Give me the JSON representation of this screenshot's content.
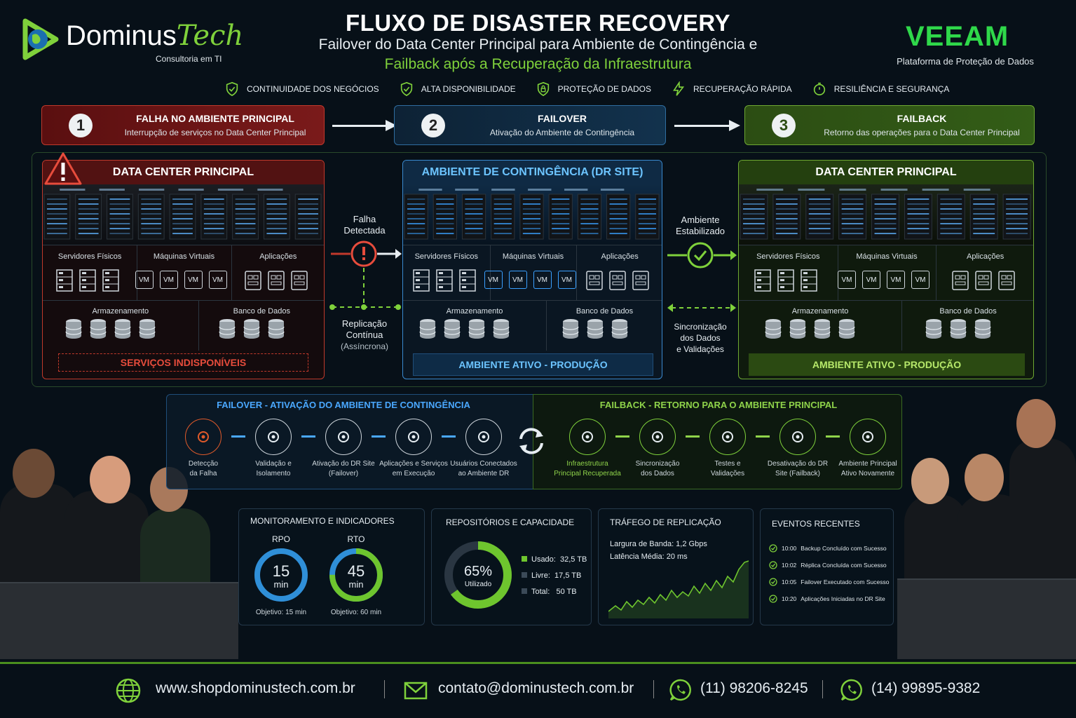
{
  "header": {
    "title": "FLUXO DE DISASTER RECOVERY",
    "subtitle1": "Failover do Data Center Principal para Ambiente de Contingência e",
    "subtitle2": "Failback após a Recuperação da Infraestrutura"
  },
  "brand": {
    "name": "Dominus",
    "name_accent": "Tech",
    "tagline": "Consultoria em TI",
    "partner": "VEEAM",
    "partner_tagline": "Plataforma de Proteção de Dados",
    "colors": {
      "green": "#7fd13b",
      "red": "#c0392b",
      "blue": "#3a8ad0"
    }
  },
  "badges": [
    {
      "label": "CONTINUIDADE DOS NEGÓCIOS",
      "icon": "shield-check-icon"
    },
    {
      "label": "ALTA DISPONIBILIDADE",
      "icon": "shield-check-icon"
    },
    {
      "label": "PROTEÇÃO DE DADOS",
      "icon": "lock-shield-icon"
    },
    {
      "label": "RECUPERAÇÃO RÁPIDA",
      "icon": "lightning-icon"
    },
    {
      "label": "RESILIÊNCIA E SEGURANÇA",
      "icon": "stopwatch-icon"
    }
  ],
  "steps": [
    {
      "num": "1",
      "title": "FALHA NO AMBIENTE PRINCIPAL",
      "desc": "Interrupção de serviços no Data Center Principal"
    },
    {
      "num": "2",
      "title": "FAILOVER",
      "desc": "Ativação do Ambiente de Contingência"
    },
    {
      "num": "3",
      "title": "FAILBACK",
      "desc": "Retorno das operações para o Data Center Principal"
    }
  ],
  "panels": [
    {
      "title": "DATA CENTER PRINCIPAL",
      "status": "SERVIÇOS INDISPONÍVEIS"
    },
    {
      "title": "AMBIENTE DE CONTINGÊNCIA (DR SITE)",
      "status": "AMBIENTE ATIVO - PRODUÇÃO"
    },
    {
      "title": "DATA CENTER PRINCIPAL",
      "status": "AMBIENTE ATIVO - PRODUÇÃO"
    }
  ],
  "labels": {
    "servers": "Servidores Físicos",
    "vms": "Máquinas Virtuais",
    "apps": "Aplicações",
    "storage": "Armazenamento",
    "db": "Banco de Dados",
    "vm": "VM"
  },
  "transitions": {
    "fail1": "Falha",
    "fail2": "Detectada",
    "rep1": "Replicação",
    "rep2": "Contínua",
    "rep3": "(Assíncrona)",
    "stab1": "Ambiente",
    "stab2": "Estabilizado",
    "sync1": "Sincronização",
    "sync2": "dos Dados",
    "sync3": "e Validações"
  },
  "failover": {
    "title": "FAILOVER - ATIVAÇÃO DO AMBIENTE DE CONTINGÊNCIA",
    "steps": [
      [
        "Detecção",
        "da Falha"
      ],
      [
        "Validação e",
        "Isolamento"
      ],
      [
        "Ativação do DR Site",
        "(Failover)"
      ],
      [
        "Aplicações e Serviços",
        "em Execução"
      ],
      [
        "Usuários Conectados",
        "ao Ambiente DR"
      ]
    ]
  },
  "failback": {
    "title": "FAILBACK - RETORNO PARA O AMBIENTE PRINCIPAL",
    "steps": [
      [
        "Infraestrutura",
        "Principal Recuperada"
      ],
      [
        "Sincronização",
        "dos Dados"
      ],
      [
        "Testes e",
        "Validações"
      ],
      [
        "Desativação do DR",
        "Site (Failback)"
      ],
      [
        "Ambiente Principal",
        "Ativo Novamente"
      ]
    ]
  },
  "monitor": {
    "title": "MONITORAMENTO E INDICADORES",
    "rpo_label": "RPO",
    "rpo_value": "15",
    "rpo_unit": "min",
    "rpo_goal": "Objetivo: 15 min",
    "rto_label": "RTO",
    "rto_value": "45",
    "rto_unit": "min",
    "rto_goal": "Objetivo: 60 min",
    "rpo_fill": 1.0,
    "rto_fill": 0.75
  },
  "repo": {
    "title": "REPOSITÓRIOS E CAPACIDADE",
    "percent": "65%",
    "percent_label": "Utilizado",
    "used_fraction": 0.65,
    "used_label": "Usado:",
    "used": "32,5 TB",
    "free_label": "Livre:",
    "free": "17,5 TB",
    "total_label": "Total:",
    "total": "50 TB"
  },
  "traffic": {
    "title": "TRÁFEGO DE REPLICAÇÃO",
    "bandwidth": "Largura de Banda:  1,2 Gbps",
    "latency": "Latência Média: 20 ms"
  },
  "events": {
    "title": "EVENTOS RECENTES",
    "items": [
      {
        "time": "10:00",
        "text": "Backup Concluído com Sucesso"
      },
      {
        "time": "10:02",
        "text": "Réplica Concluída com Sucesso"
      },
      {
        "time": "10:05",
        "text": "Failover Executado com Sucesso"
      },
      {
        "time": "10:20",
        "text": "Aplicações Iniciadas no DR Site"
      }
    ]
  },
  "footer": {
    "site": "www.shopdominustech.com.br",
    "email": "contato@dominustech.com.br",
    "phone1": "(11) 98206-8245",
    "phone2": "(14) 99895-9382"
  }
}
